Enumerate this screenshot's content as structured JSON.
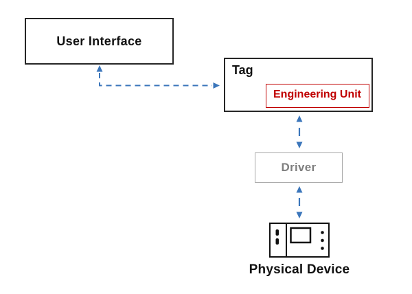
{
  "colors": {
    "accent_blue": "#3b76bb",
    "border_black": "#262626",
    "red": "#c00000",
    "driver_border": "#a6a6a6",
    "driver_text": "#7f7f7f",
    "text_black": "#111111"
  },
  "diagram": {
    "user_interface": {
      "label": "User Interface"
    },
    "tag": {
      "label": "Tag"
    },
    "engineering_unit": {
      "label": "Engineering Unit"
    },
    "driver": {
      "label": "Driver"
    },
    "physical_device": {
      "label": "Physical Device",
      "icon": "physical-device-icon"
    }
  }
}
